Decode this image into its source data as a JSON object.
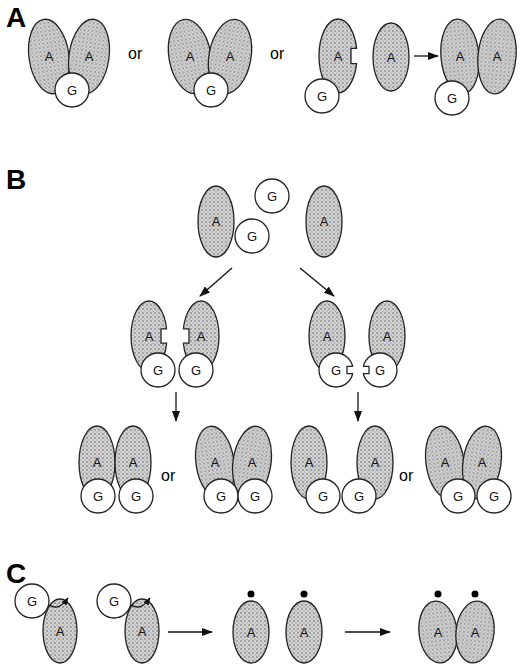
{
  "diagram": {
    "nodes": [
      {
        "text": [
          "A"
        ]
      },
      {
        "text": [
          "A"
        ]
      },
      {
        "text": [
          "G"
        ]
      },
      {
        "text": [
          "A"
        ]
      },
      {
        "text": [
          "A"
        ]
      },
      {
        "text": [
          "G"
        ]
      },
      {
        "text": [
          "A"
        ]
      },
      {
        "text": [
          "G"
        ]
      },
      {
        "text": [
          "A"
        ]
      },
      {
        "text": [
          "A"
        ]
      },
      {
        "text": [
          "A"
        ]
      },
      {
        "text": [
          "G"
        ]
      },
      {
        "text": [
          "A"
        ]
      },
      {
        "text": [
          "G"
        ]
      },
      {
        "text": [
          "G"
        ]
      },
      {
        "text": [
          "A"
        ]
      },
      {
        "text": [
          "A"
        ]
      },
      {
        "text": [
          "G"
        ]
      },
      {
        "text": [
          "A"
        ]
      },
      {
        "text": [
          "G"
        ]
      },
      {
        "text": [
          "A"
        ]
      },
      {
        "text": [
          "G"
        ]
      },
      {
        "text": [
          "A"
        ]
      },
      {
        "text": [
          "G"
        ]
      },
      {
        "text": [
          "A"
        ]
      },
      {
        "text": [
          "A"
        ]
      },
      {
        "text": [
          "G"
        ]
      },
      {
        "text": [
          "G"
        ]
      },
      {
        "text": [
          "A"
        ]
      },
      {
        "text": [
          "A"
        ]
      },
      {
        "text": [
          "G"
        ]
      },
      {
        "text": [
          "G"
        ]
      },
      {
        "text": [
          "A"
        ]
      },
      {
        "text": [
          "A"
        ]
      },
      {
        "text": [
          "G"
        ]
      },
      {
        "text": [
          "G"
        ]
      },
      {
        "text": [
          "A"
        ]
      },
      {
        "text": [
          "A"
        ]
      },
      {
        "text": [
          "G"
        ]
      },
      {
        "text": [
          "G"
        ]
      },
      {
        "text": [
          "G"
        ]
      },
      {
        "text": [
          "A"
        ]
      },
      {
        "text": [
          "G"
        ]
      },
      {
        "text": [
          "A"
        ]
      },
      {
        "text": [
          "A"
        ]
      },
      {
        "text": [
          "A"
        ]
      },
      {
        "text": [
          "A"
        ]
      },
      {
        "text": [
          "A"
        ]
      }
    ],
    "edges": [
      {
        "from": 40,
        "to": 41,
        "arrow": "to"
      },
      {
        "from": 42,
        "to": 43,
        "arrow": "to"
      }
    ],
    "labels": [
      "A",
      "or",
      "or",
      "B",
      "or",
      "or",
      "C"
    ]
  }
}
